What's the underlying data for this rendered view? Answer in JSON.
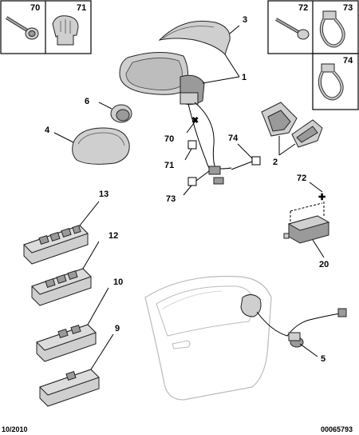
{
  "callouts": {
    "c70": "70",
    "c71": "71",
    "c72": "72",
    "c73": "73",
    "c74": "74",
    "m1": "1",
    "m2": "2",
    "m3": "3",
    "m4": "4",
    "m5": "5",
    "m6": "6",
    "m9": "9",
    "m10": "10",
    "m12": "12",
    "m13": "13",
    "m20": "20",
    "s70": "70",
    "s71": "71",
    "s72": "72",
    "s73": "73",
    "s74": "74"
  },
  "footer": {
    "date": "10/2010",
    "ref": "00065793"
  },
  "colors": {
    "part_fill": "#cfcfcf",
    "part_dark": "#9a9a9a",
    "line": "#000000"
  }
}
